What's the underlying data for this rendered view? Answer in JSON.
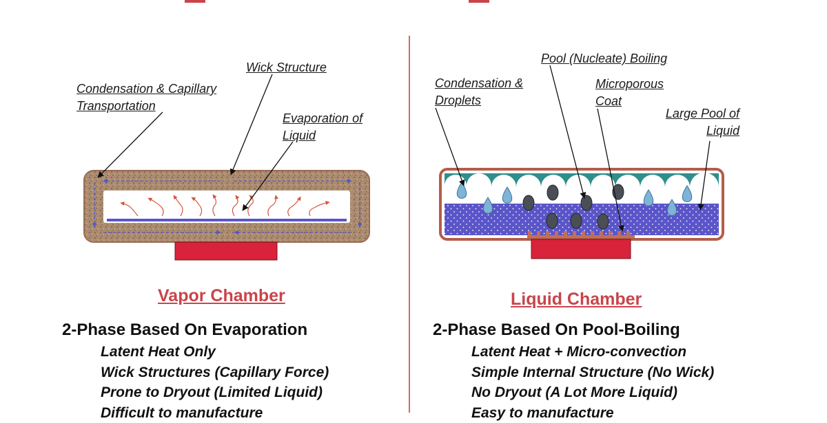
{
  "vapor": {
    "title": "Vapor Chamber",
    "heading": "2-Phase Based On Evaporation",
    "bullets": [
      "Latent Heat Only",
      "Wick Structures  (Capillary Force)",
      "Prone to Dryout (Limited Liquid)",
      "Difficult to manufacture"
    ],
    "labels": {
      "wick": "Wick Structure",
      "condensation_line1": "Condensation & Capillary",
      "condensation_line2": "Transportation",
      "evaporation_line1": "Evaporation of",
      "evaporation_line2": "Liquid"
    }
  },
  "liquid": {
    "title": "Liquid Chamber",
    "heading": "2-Phase Based On Pool-Boiling",
    "bullets": [
      "Latent Heat + Micro-convection",
      "Simple Internal Structure (No Wick)",
      "No Dryout (A Lot More Liquid)",
      "Easy to manufacture"
    ],
    "labels": {
      "pool_boiling": "Pool (Nucleate) Boiling",
      "condensation_line1": "Condensation &",
      "condensation_line2": "Droplets",
      "microporous_line1": "Microporous",
      "microporous_line2": "Coat",
      "large_pool_line1": "Large Pool of",
      "large_pool_line2": "Liquid"
    }
  },
  "colors": {
    "accent_red": "#c9444a",
    "heat_source": "#d8233a",
    "wick_brown": "#a8876a",
    "liquid_blue": "#5a55c8",
    "droplet_blue": "#7fb3d8",
    "bubble_gray": "#4a4e55",
    "vapor_teal": "#2e8f8c"
  }
}
